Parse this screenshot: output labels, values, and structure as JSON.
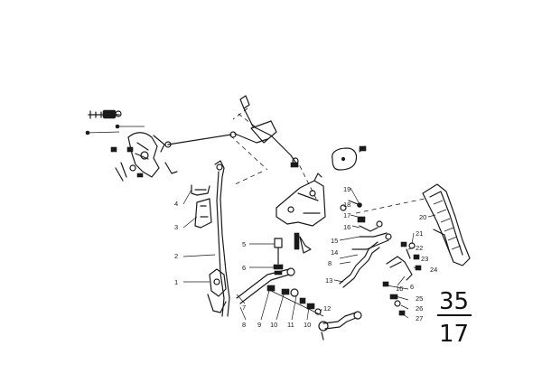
{
  "callouts": [
    "1",
    "2",
    "3",
    "4",
    "5",
    "6",
    "7",
    "8",
    "9",
    "10",
    "11",
    "12",
    "13",
    "14",
    "15",
    "16",
    "17",
    "18",
    "19",
    "20",
    "21",
    "22",
    "23",
    "24",
    "25",
    "26",
    "27"
  ],
  "page_code": {
    "top": "35",
    "bottom": "17"
  },
  "icons": {
    "parts": "exploded-parts-icon"
  }
}
